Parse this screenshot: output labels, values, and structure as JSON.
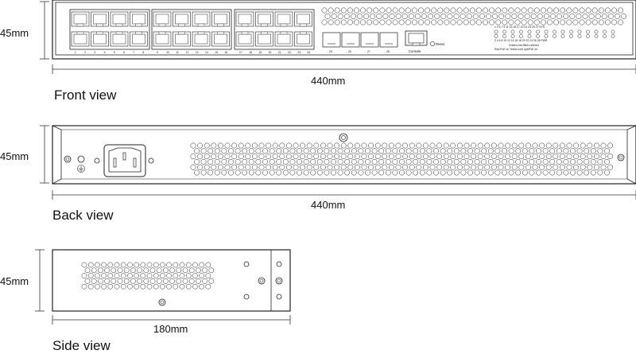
{
  "front": {
    "title": "Front view",
    "height_label": "45mm",
    "width_label": "440mm",
    "rj45_labels": [
      "1",
      "2",
      "3",
      "4",
      "5",
      "6",
      "7",
      "8",
      "9",
      "10",
      "11",
      "12",
      "13",
      "14",
      "15",
      "16",
      "17",
      "18",
      "19",
      "20",
      "21",
      "22",
      "23",
      "24"
    ],
    "sfp_labels": [
      "25",
      "26",
      "27",
      "28"
    ],
    "console_label": "Console",
    "reset_label": "Reset",
    "led_top_numbers": "1 3 5 7 9 11 13 15 17 19 21 23 25 27 SYS",
    "led_bottom_numbers": "2 4 6 8 10 12 14 16 18 20 22 24 26 28 PWR",
    "legend_line1": "Green:Link   Blink:Link/Act",
    "legend_line2": "Red:PoE on   Yellow:Link up&PoE on"
  },
  "back": {
    "title": "Back view",
    "height_label": "45mm",
    "width_label": "440mm"
  },
  "side": {
    "title": "Side view",
    "height_label": "45mm",
    "width_label": "180mm"
  },
  "colors": {
    "line": "#1a1a1a",
    "panel": "#ffffff"
  }
}
